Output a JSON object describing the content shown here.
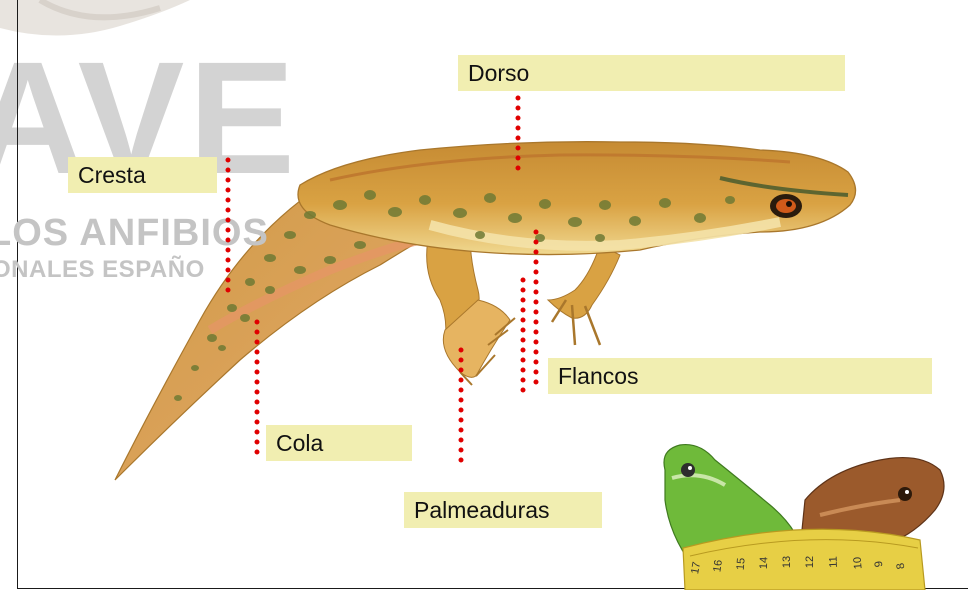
{
  "watermark": {
    "big": "AVE",
    "line1": "LOS ANFIBIOS",
    "line2": "ONALES ESPAÑO"
  },
  "labels": {
    "dorso": "Dorso",
    "cresta": "Cresta",
    "flancos": "Flancos",
    "cola": "Cola",
    "palmeaduras": "Palmeaduras"
  },
  "tape_numbers": [
    "17",
    "16",
    "15",
    "14",
    "13",
    "12",
    "11",
    "10",
    "9",
    "8"
  ],
  "colors": {
    "label_bg": "#f1eeb1",
    "dots": "#e00000",
    "newt_body": "#d9a243",
    "newt_belly": "#f2dc98",
    "spots": "#6f7a34",
    "frog_green": "#6fba3a",
    "frog_brown": "#9b5a2c",
    "tape": "#e7cf45"
  }
}
